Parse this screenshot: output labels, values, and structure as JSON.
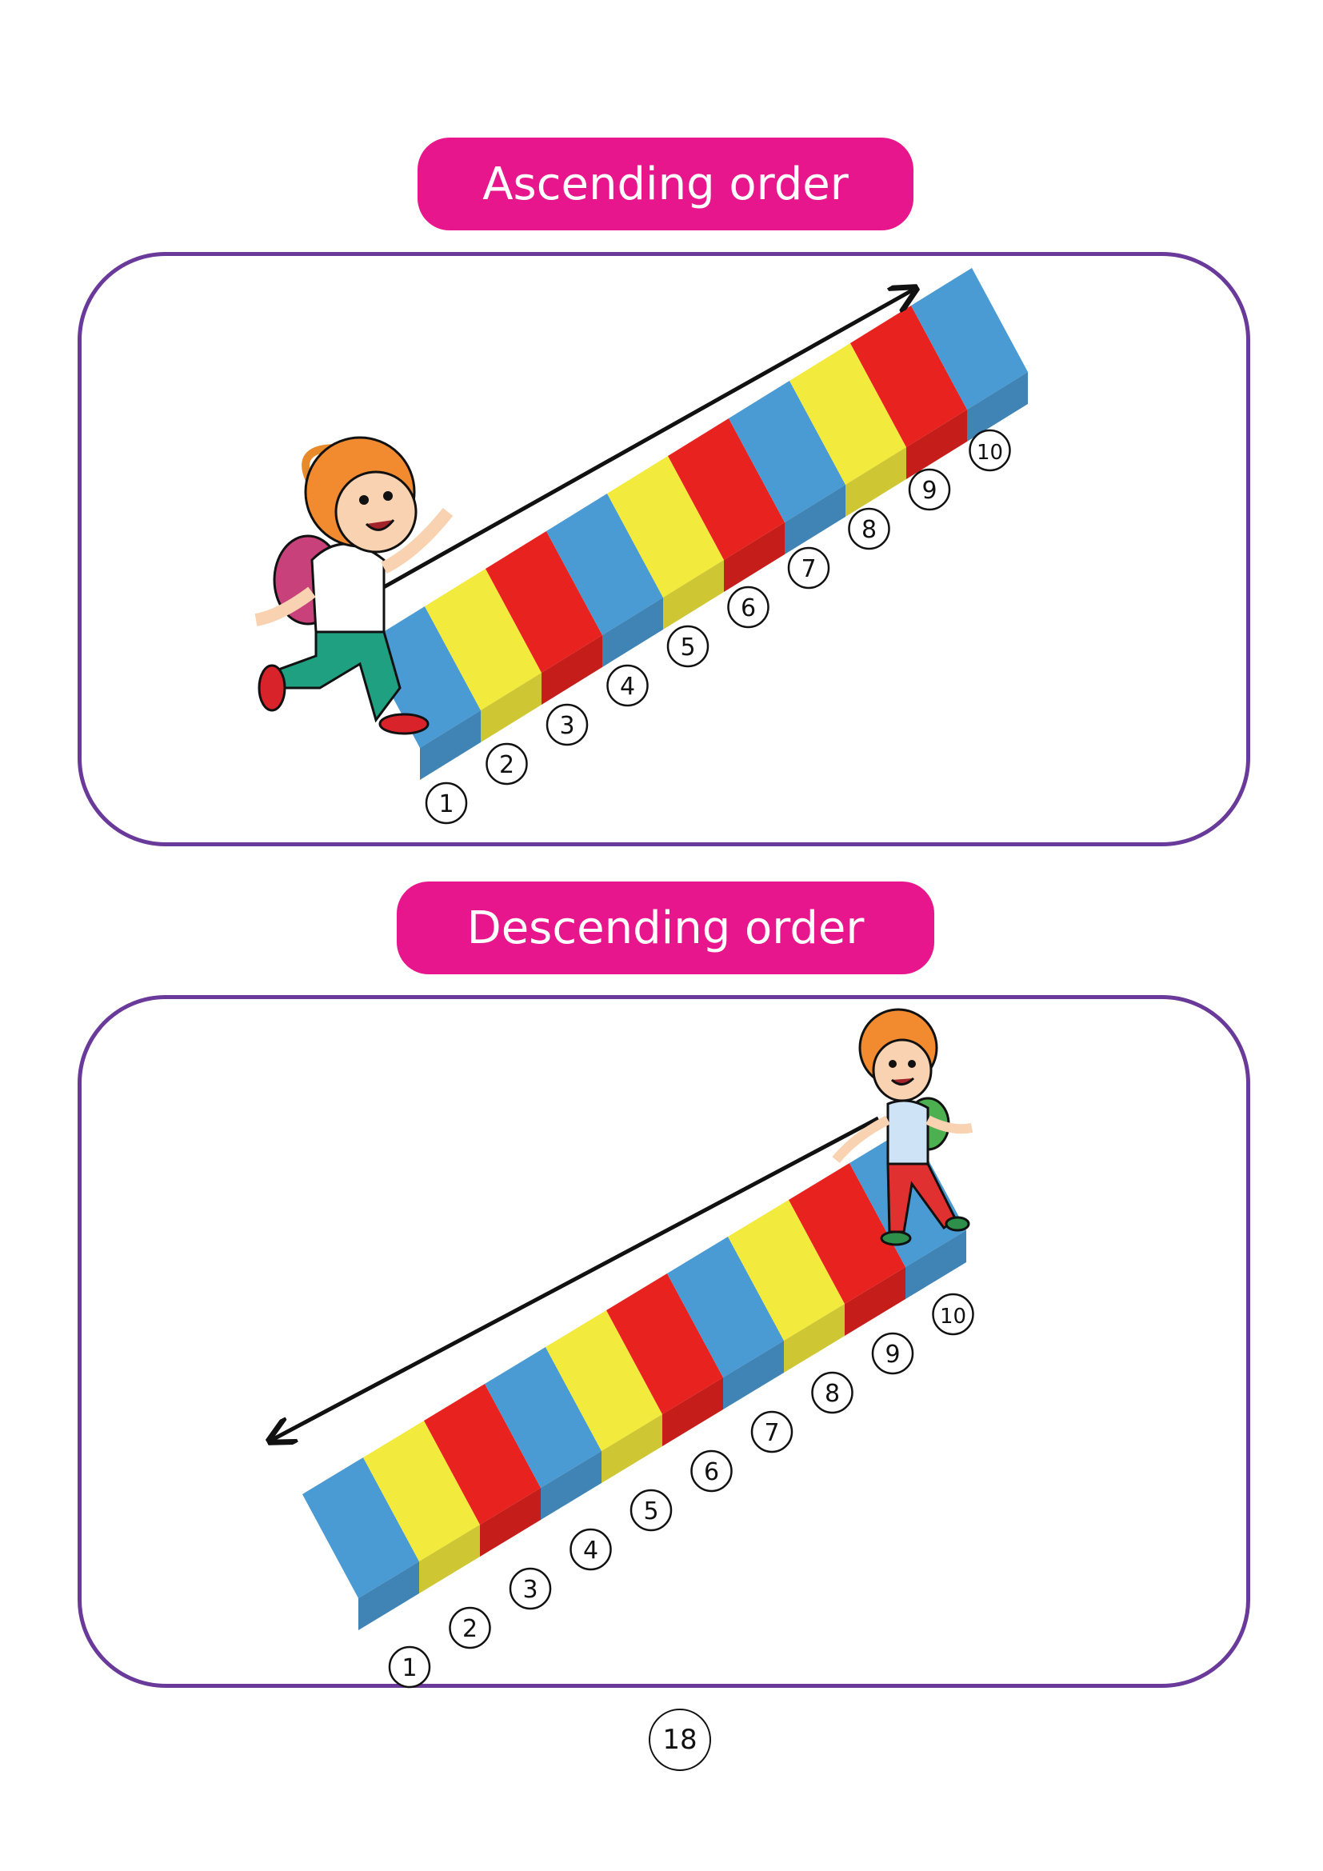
{
  "sections": [
    {
      "title": "Ascending order",
      "direction": "up",
      "step_labels": [
        "1",
        "2",
        "3",
        "4",
        "5",
        "6",
        "7",
        "8",
        "9",
        "10"
      ]
    },
    {
      "title": "Descending order",
      "direction": "down",
      "step_labels": [
        "1",
        "2",
        "3",
        "4",
        "5",
        "6",
        "7",
        "8",
        "9",
        "10"
      ]
    }
  ],
  "page_number": "18",
  "colors": {
    "pill": "#e8168c",
    "border": "#6a3a9a",
    "step_cycle": [
      "#4a9bd4",
      "#f2ea3c",
      "#e8231f"
    ]
  },
  "icons": [
    "girl-character",
    "boy-character",
    "arrow-up-right",
    "arrow-down-left"
  ]
}
